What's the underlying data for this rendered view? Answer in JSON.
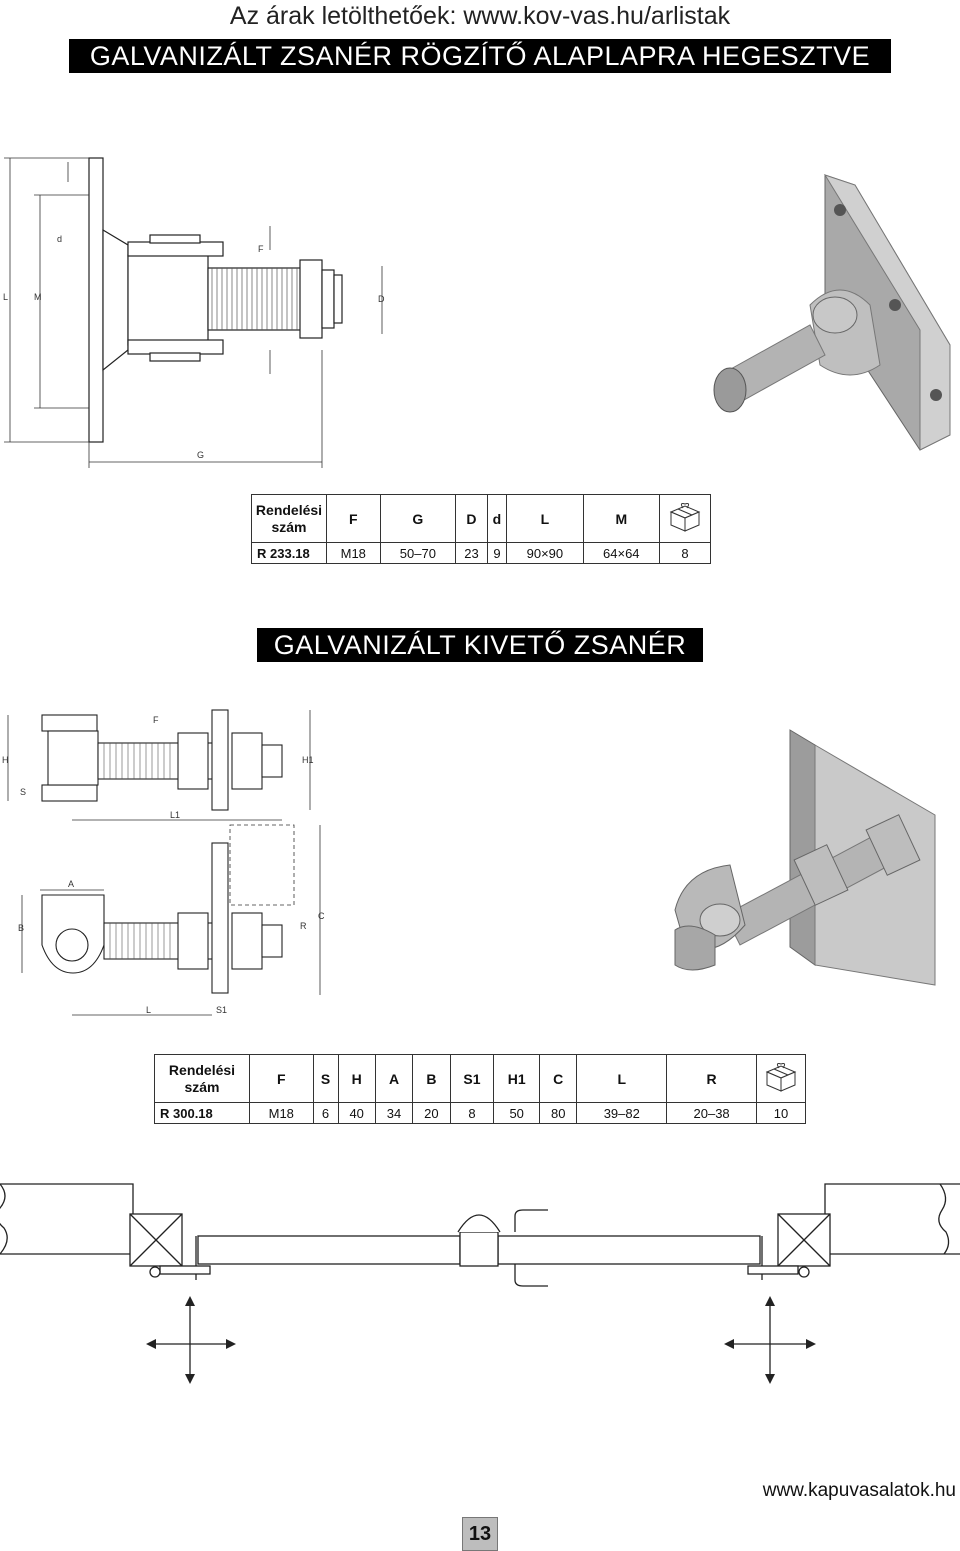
{
  "header": {
    "price_link": "Az árak letölthetőek: www.kov-vas.hu/arlistak"
  },
  "section1": {
    "title": "GALVANIZÁLT ZSANÉR RÖGZÍTŐ ALAPLAPRA HEGESZTVE",
    "drawing_labels": {
      "d": "d",
      "F": "F",
      "L": "L",
      "M": "M",
      "D": "D",
      "G": "G"
    },
    "table": {
      "order_header_line1": "Rendelési",
      "order_header_line2": "szám",
      "columns": [
        "F",
        "G",
        "D",
        "d",
        "L",
        "M"
      ],
      "package_icon": "gift-box-icon",
      "row": {
        "order": "R 233.18",
        "values": [
          "M18",
          "50–70",
          "23",
          "9",
          "90×90",
          "64×64"
        ],
        "package": "8"
      }
    }
  },
  "section2": {
    "title": "GALVANIZÁLT KIVETŐ ZSANÉR",
    "drawing_labels": {
      "F": "F",
      "H": "H",
      "S": "S",
      "H1": "H1",
      "L1": "L1",
      "A": "A",
      "B": "B",
      "C": "C",
      "R": "R",
      "L": "L",
      "S1": "S1"
    },
    "table": {
      "order_header_line1": "Rendelési",
      "order_header_line2": "szám",
      "columns": [
        "F",
        "S",
        "H",
        "A",
        "B",
        "S1",
        "H1",
        "C",
        "L",
        "R"
      ],
      "package_icon": "gift-box-icon",
      "row": {
        "order": "R 300.18",
        "values": [
          "M18",
          "6",
          "40",
          "34",
          "20",
          "8",
          "50",
          "80",
          "39–82",
          "20–38"
        ],
        "package": "10"
      }
    }
  },
  "footer": {
    "website": "www.kapuvasalatok.hu",
    "page_number": "13"
  }
}
